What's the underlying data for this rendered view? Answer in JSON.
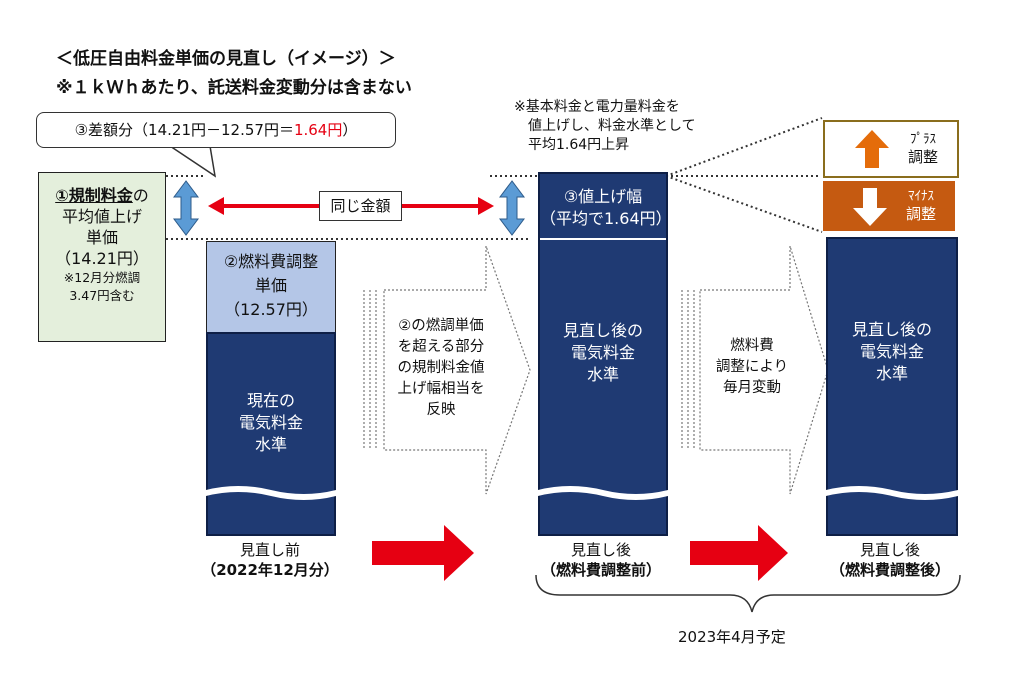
{
  "title": "＜低圧自由料金単価の見直し（イメージ）＞",
  "subtitle": "※１ｋＷｈあたり、託送料金変動分は含まない",
  "callout": {
    "prefix": "③差額分（14.21円－12.57円＝",
    "highlight": "1.64円",
    "suffix": "）"
  },
  "green_box": {
    "line1_bold": "①規制料金",
    "line1_rest": "の",
    "line2": "平均値上げ",
    "line3": "単価",
    "line4": "（14.21円）",
    "note1": "※12月分燃調",
    "note2": "3.47円含む"
  },
  "same_amount": "同じ金額",
  "fuel_unit": {
    "line1": "②燃料費調整",
    "line2": "単価",
    "line3": "（12.57円）"
  },
  "current_bar": {
    "line1": "現在の",
    "line2": "電気料金",
    "line3": "水準"
  },
  "before_label": {
    "line1": "見直し前",
    "line2": "（2022年12月分）"
  },
  "arrow1_text": {
    "line1": "②の燃調単価",
    "line2": "を超える部分",
    "line3": "の規制料金値",
    "line4": "上げ幅相当を",
    "line5": "反映"
  },
  "note_top": {
    "line1": "※基本料金と電力量料金を",
    "line2": "値上げし、料金水準として",
    "line3": "平均1.64円上昇"
  },
  "increase": {
    "line1": "③値上げ幅",
    "line2": "（平均で1.64円）"
  },
  "revised_bar": {
    "line1": "見直し後の",
    "line2": "電気料金",
    "line3": "水準"
  },
  "after_label_mid": {
    "line1": "見直し後",
    "line2": "（燃料費調整前）"
  },
  "arrow2_text": {
    "line1": "燃料費",
    "line2": "調整により",
    "line3": "毎月変動"
  },
  "plus": {
    "line1": "ﾌﾟﾗｽ",
    "line2": "調整"
  },
  "minus": {
    "line1": "ﾏｲﾅｽ",
    "line2": "調整"
  },
  "revised_bar2": {
    "line1": "見直し後の",
    "line2": "電気料金",
    "line3": "水準"
  },
  "after_label_right": {
    "line1": "見直し後",
    "line2": "（燃料費調整後）"
  },
  "schedule": "2023年4月予定",
  "colors": {
    "bar": "#1f3a73",
    "light_bar": "#b4c6e7",
    "green_box": "#e4efdc",
    "red": "#e60012",
    "blue_arrow": "#5b9bd5",
    "orange": "#c55a11"
  }
}
